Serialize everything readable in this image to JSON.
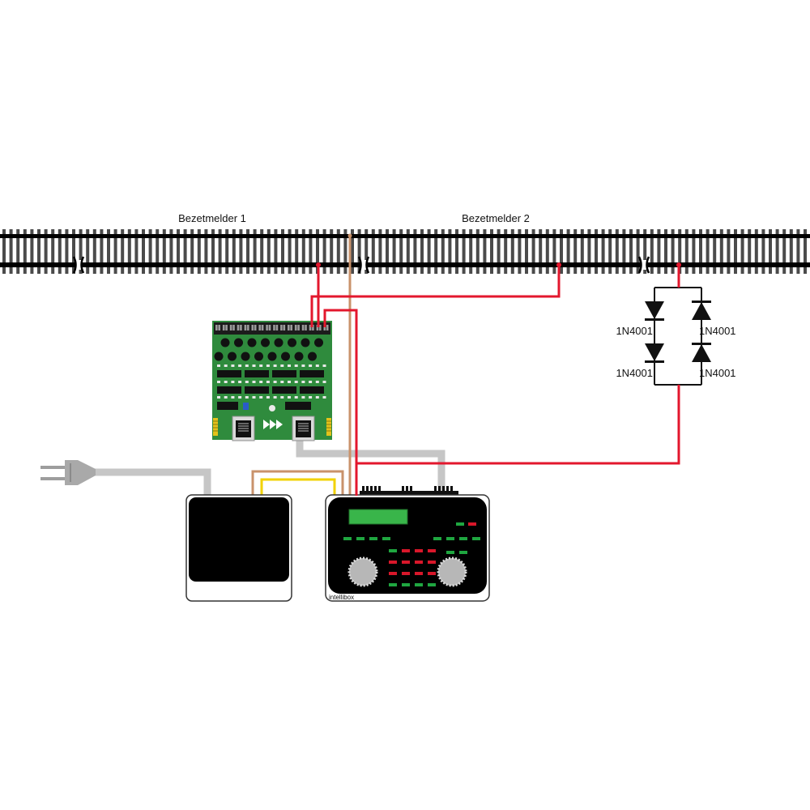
{
  "labels": {
    "occupancy_section_1": "Bezetmelder 1",
    "occupancy_section_2": "Bezetmelder 2"
  },
  "diode_bridge": {
    "diodes": [
      "1N4001",
      "1N4001",
      "1N4001",
      "1N4001"
    ]
  },
  "command_station": {
    "name": "intellibox"
  },
  "colors": {
    "feedback_wire": "#e3172d",
    "track_feed_wire": "#c9926b",
    "power_wire": "#f2d200",
    "cable": "#c6c6c6",
    "rail": "#000000",
    "sleeper": "#4b4b4b",
    "board": "#2f8b3d",
    "display": "#39b54a"
  }
}
